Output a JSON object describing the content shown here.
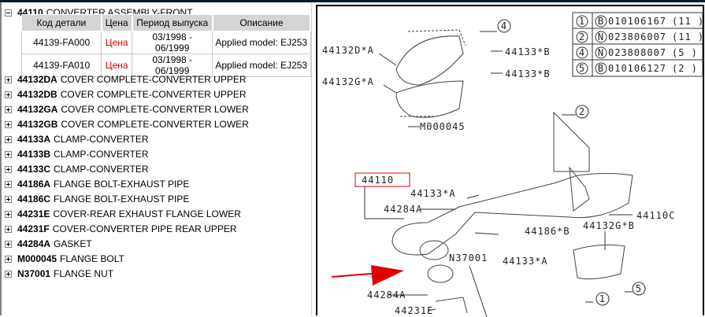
{
  "tree": {
    "expanded": {
      "code": "44110",
      "name": "CONVERTER ASSEMBLY-FRONT"
    },
    "table": {
      "headers": [
        "Код детали",
        "Цена",
        "Период выпуска",
        "Описание"
      ],
      "rows": [
        {
          "part": "44139-FA000",
          "price": "Цена",
          "period": "03/1998 - 06/1999",
          "desc": "Applied model: EJ253"
        },
        {
          "part": "44139-FA010",
          "price": "Цена",
          "period": "03/1998 - 06/1999",
          "desc": "Applied model: EJ253"
        }
      ]
    },
    "items": [
      {
        "code": "44132DA",
        "name": "COVER COMPLETE-CONVERTER UPPER"
      },
      {
        "code": "44132DB",
        "name": "COVER COMPLETE-CONVERTER UPPER"
      },
      {
        "code": "44132GA",
        "name": "COVER COMPLETE-CONVERTER LOWER"
      },
      {
        "code": "44132GB",
        "name": "COVER COMPLETE-CONVERTER LOWER"
      },
      {
        "code": "44133A",
        "name": "CLAMP-CONVERTER"
      },
      {
        "code": "44133B",
        "name": "CLAMP-CONVERTER"
      },
      {
        "code": "44133C",
        "name": "CLAMP-CONVERTER"
      },
      {
        "code": "44186A",
        "name": "FLANGE BOLT-EXHAUST PIPE"
      },
      {
        "code": "44186C",
        "name": "FLANGE BOLT-EXHAUST PIPE"
      },
      {
        "code": "44231E",
        "name": "COVER-REAR EXHAUST FLANGE LOWER"
      },
      {
        "code": "44231F",
        "name": "COVER-CONVERTER PIPE REAR UPPER"
      },
      {
        "code": "44284A",
        "name": "GASKET"
      },
      {
        "code": "M000045",
        "name": "FLANGE BOLT"
      },
      {
        "code": "N37001",
        "name": "FLANGE NUT"
      }
    ]
  },
  "diagram": {
    "legend": [
      {
        "num": "1",
        "type": "B",
        "part": "010106167",
        "qty": "(11 )"
      },
      {
        "num": "2",
        "type": "N",
        "part": "023806007",
        "qty": "(11 )"
      },
      {
        "num": "4",
        "type": "N",
        "part": "023808007",
        "qty": "(5  )"
      },
      {
        "num": "5",
        "type": "B",
        "part": "010106127",
        "qty": "(2  )"
      }
    ],
    "labels": {
      "l1": "44132D*A",
      "l2": "44132G*A",
      "l3": "M000045",
      "l4": "44133*B",
      "l5": "44133*B",
      "l6": "44110",
      "l7": "44133*A",
      "l8": "44284A",
      "l9": "44110C",
      "l10": "44186*B",
      "l11": "44132G*B",
      "l12": "N37001",
      "l13": "44133*A",
      "l14": "44284A",
      "l15": "44231E",
      "c4": "4",
      "c2": "2",
      "c1": "1",
      "c5": "5"
    },
    "highlight_color": "#e00000"
  }
}
